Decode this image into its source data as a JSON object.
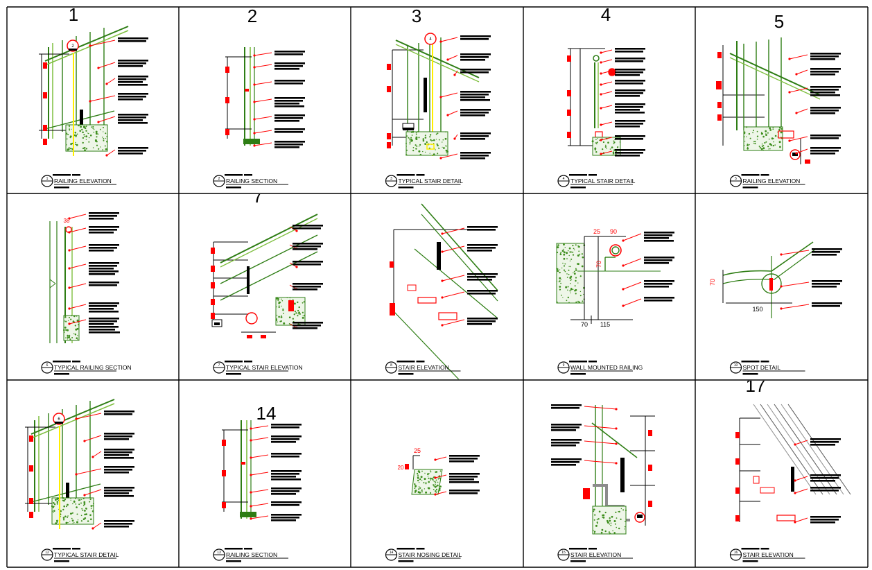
{
  "sheet": {
    "colors": {
      "grid": "#000000",
      "green": "#2e7d14",
      "lime": "#7fbf3f",
      "red": "#ff0000",
      "yellow": "#ffee00",
      "stipple": "#3f8f1f",
      "gray": "#8c8c8c",
      "text": "#000000"
    },
    "panels": [
      {
        "number": "1",
        "title": "RAILING ELEVATION",
        "badge": "1",
        "dims": []
      },
      {
        "number": "2",
        "title": "RAILING SECTION",
        "badge": "2",
        "dims": []
      },
      {
        "number": "3",
        "title": "TYPICAL STAIR DETAIL",
        "badge": "3",
        "dims": []
      },
      {
        "number": "4",
        "title": "TYPICAL STAIR DETAIL",
        "badge": "4",
        "dims": []
      },
      {
        "number": "5",
        "title": "RAILING ELEVATION",
        "badge": "5",
        "dims": []
      },
      {
        "number": "",
        "title": "TYPICAL RAILING SECTION",
        "badge": "6",
        "dims": [
          "38"
        ]
      },
      {
        "number": "7",
        "title": "TYPICAL STAIR ELEVATION",
        "badge": "7",
        "dims": []
      },
      {
        "number": "",
        "title": "STAIR ELEVATION",
        "badge": "8",
        "dims": []
      },
      {
        "number": "",
        "title": "WALL MOUNTED RAILING",
        "badge": "9",
        "dims": [
          "25",
          "90",
          "70",
          "70",
          "115"
        ]
      },
      {
        "number": "",
        "title": "SPOT DETAIL",
        "badge": "10",
        "dims": [
          "70",
          "150"
        ]
      },
      {
        "number": "",
        "title": "TYPICAL STAIR DETAIL",
        "badge": "12",
        "dims": []
      },
      {
        "number": "14",
        "title": "RAILING SECTION",
        "badge": "13",
        "dims": []
      },
      {
        "number": "",
        "title": "STAIR NOSING DETAIL",
        "badge": "14",
        "dims": [
          "25",
          "20"
        ]
      },
      {
        "number": "",
        "title": "STAIR ELEVATION",
        "badge": "15",
        "dims": []
      },
      {
        "number": "17",
        "title": "STAIR ELEVATION",
        "badge": "16",
        "dims": []
      }
    ],
    "callouts": [
      "2",
      "4",
      "6"
    ]
  }
}
